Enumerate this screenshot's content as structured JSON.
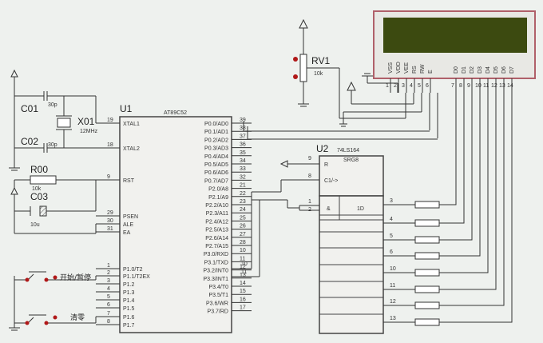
{
  "u1": {
    "ref": "U1",
    "part": "AT89C52",
    "left_pins": [
      {
        "name": "XTAL1",
        "num": "19"
      },
      {
        "name": "XTAL2",
        "num": "18"
      },
      {
        "name": "RST",
        "num": "9"
      },
      {
        "name": "PSEN",
        "num": "29"
      },
      {
        "name": "ALE",
        "num": "30"
      },
      {
        "name": "EA",
        "num": "31"
      },
      {
        "name": "P1.0/T2",
        "num": "1"
      },
      {
        "name": "P1.1/T2EX",
        "num": "2"
      },
      {
        "name": "P1.2",
        "num": "3"
      },
      {
        "name": "P1.3",
        "num": "4"
      },
      {
        "name": "P1.4",
        "num": "5"
      },
      {
        "name": "P1.5",
        "num": "6"
      },
      {
        "name": "P1.6",
        "num": "7"
      },
      {
        "name": "P1.7",
        "num": "8"
      }
    ],
    "right_pins": [
      {
        "name": "P0.0/AD0",
        "num": "39"
      },
      {
        "name": "P0.1/AD1",
        "num": "38"
      },
      {
        "name": "P0.2/AD2",
        "num": "37"
      },
      {
        "name": "P0.3/AD3",
        "num": "36"
      },
      {
        "name": "P0.4/AD4",
        "num": "35"
      },
      {
        "name": "P0.5/AD5",
        "num": "34"
      },
      {
        "name": "P0.6/AD6",
        "num": "33"
      },
      {
        "name": "P0.7/AD7",
        "num": "32"
      },
      {
        "name": "P2.0/A8",
        "num": "21"
      },
      {
        "name": "P2.1/A9",
        "num": "22"
      },
      {
        "name": "P2.2/A10",
        "num": "23"
      },
      {
        "name": "P2.3/A11",
        "num": "24"
      },
      {
        "name": "P2.4/A12",
        "num": "25"
      },
      {
        "name": "P2.5/A13",
        "num": "26"
      },
      {
        "name": "P2.6/A14",
        "num": "27"
      },
      {
        "name": "P2.7/A15",
        "num": "28"
      },
      {
        "name": "P3.0/RXD",
        "num": "10"
      },
      {
        "name": "P3.1/TXD",
        "num": "11"
      },
      {
        "name": "P3.2/INT0",
        "num": "12"
      },
      {
        "name": "P3.3/INT1",
        "num": "13"
      },
      {
        "name": "P3.4/T0",
        "num": "14"
      },
      {
        "name": "P3.5/T1",
        "num": "15"
      },
      {
        "name": "P3.6/WR",
        "num": "16"
      },
      {
        "name": "P3.7/RD",
        "num": "17"
      }
    ],
    "p3_wire_labels": [
      "10",
      "11"
    ]
  },
  "u2": {
    "ref": "U2",
    "part": "74LS164",
    "sub": "SRG8",
    "r_pin": "R",
    "clk_pin": "C1/->",
    "and_label": "&",
    "d_label": "1D",
    "r_num": "9",
    "clk_num": "8",
    "in_nums": [
      "1",
      "2"
    ],
    "out_nums": [
      "3",
      "4",
      "5",
      "6",
      "10",
      "11",
      "12",
      "13"
    ]
  },
  "crystal": {
    "ref": "X01",
    "value": "12MHz"
  },
  "caps": [
    {
      "ref": "C01",
      "value": "30p"
    },
    {
      "ref": "C02",
      "value": "30p"
    },
    {
      "ref": "C03",
      "value": "10u"
    }
  ],
  "resistor": {
    "ref": "R00",
    "value": "10k"
  },
  "pot": {
    "ref": "RV1",
    "value": "10k"
  },
  "lcd": {
    "pins": [
      "VSS",
      "VDD",
      "VEE",
      "RS",
      "RW",
      "E",
      "D0",
      "D1",
      "D2",
      "D3",
      "D4",
      "D5",
      "D6",
      "D7"
    ],
    "pin_nums": [
      "1",
      "2",
      "3",
      "4",
      "5",
      "6",
      "7",
      "8",
      "9",
      "10",
      "11",
      "12",
      "13",
      "14"
    ],
    "screen_color": "#3c4a10"
  },
  "buttons": [
    {
      "label": "开始/暂停"
    },
    {
      "label": "清零"
    }
  ]
}
